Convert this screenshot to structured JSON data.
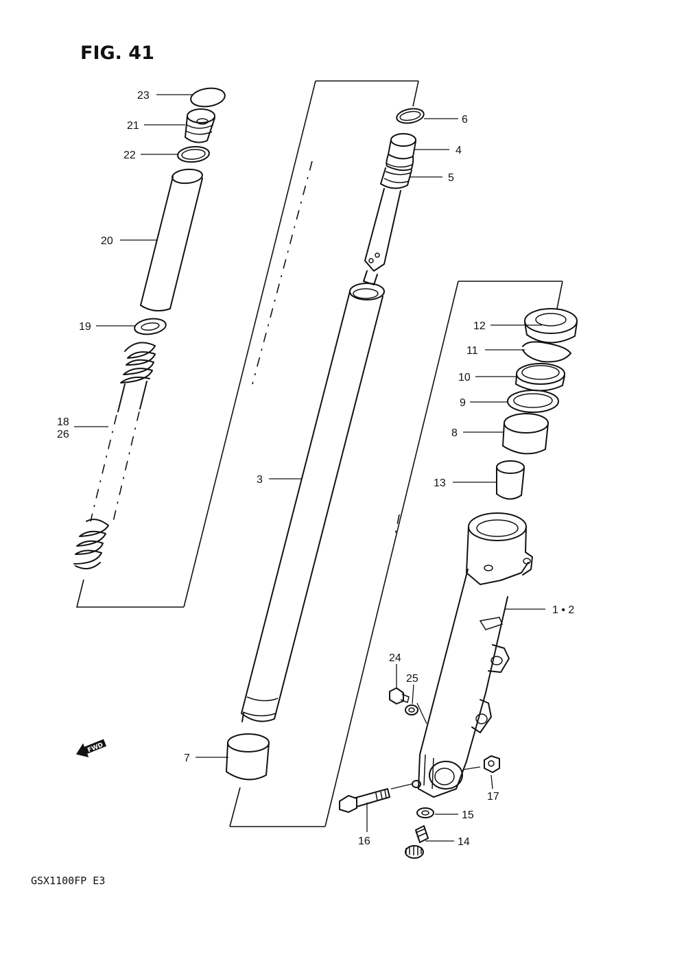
{
  "figure": {
    "title": "FIG. 41"
  },
  "model_code": "GSX1100FP  E3",
  "direction_marker": {
    "text": "FWD",
    "icon": "fwd-arrow-icon"
  },
  "callouts": [
    {
      "id": "23",
      "text": "23"
    },
    {
      "id": "21",
      "text": "21"
    },
    {
      "id": "22",
      "text": "22"
    },
    {
      "id": "20",
      "text": "20"
    },
    {
      "id": "19",
      "text": "19"
    },
    {
      "id": "18",
      "text": "18"
    },
    {
      "id": "26",
      "text": "26"
    },
    {
      "id": "6",
      "text": "6"
    },
    {
      "id": "4",
      "text": "4"
    },
    {
      "id": "5",
      "text": "5"
    },
    {
      "id": "3",
      "text": "3"
    },
    {
      "id": "7",
      "text": "7"
    },
    {
      "id": "12",
      "text": "12"
    },
    {
      "id": "11",
      "text": "11"
    },
    {
      "id": "10",
      "text": "10"
    },
    {
      "id": "9",
      "text": "9"
    },
    {
      "id": "8",
      "text": "8"
    },
    {
      "id": "13",
      "text": "13"
    },
    {
      "id": "1-2",
      "text": "1 • 2"
    },
    {
      "id": "24",
      "text": "24"
    },
    {
      "id": "25",
      "text": "25"
    },
    {
      "id": "17",
      "text": "17"
    },
    {
      "id": "15",
      "text": "15"
    },
    {
      "id": "16",
      "text": "16"
    },
    {
      "id": "14",
      "text": "14"
    }
  ]
}
